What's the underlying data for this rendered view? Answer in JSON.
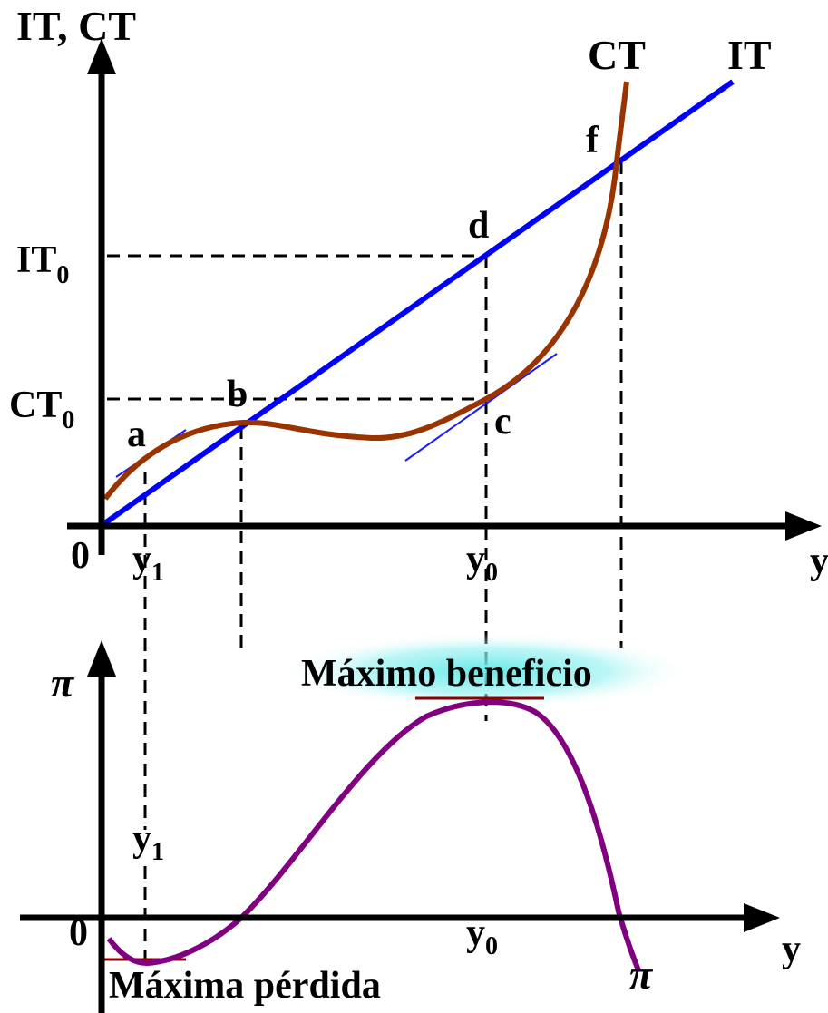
{
  "top_chart": {
    "y_axis_label": "IT, CT",
    "x_axis_label": "y",
    "origin_label": "0",
    "curve_label_ct": "CT",
    "curve_label_it": "IT",
    "ticks_y": [
      {
        "main": "IT",
        "sub": "0"
      },
      {
        "main": "CT",
        "sub": "0"
      }
    ],
    "ticks_x": [
      {
        "main": "y",
        "sub": "1"
      },
      {
        "main": "y",
        "sub": "0"
      }
    ],
    "points": {
      "a": "a",
      "b": "b",
      "c": "c",
      "d": "d",
      "f": "f"
    },
    "colors": {
      "it": "#0000ff",
      "ct": "#993300",
      "tangent": "#1a1aff"
    }
  },
  "bottom_chart": {
    "y_axis_label": "π",
    "x_axis_label": "y",
    "origin_label": "0",
    "curve_label": "π",
    "ticks_x": [
      {
        "main": "y",
        "sub": "1"
      },
      {
        "main": "y",
        "sub": "0"
      }
    ],
    "max_label": "Máximo beneficio",
    "min_label": "Máxima pérdida",
    "colors": {
      "profit": "#800080",
      "extrema_marker": "#8b0000",
      "glow": "#5fe6e6"
    }
  }
}
